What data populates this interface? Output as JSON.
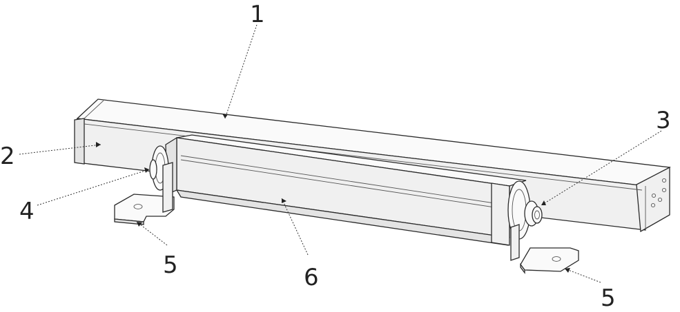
{
  "callouts": [
    {
      "id": "1",
      "label": "1"
    },
    {
      "id": "2",
      "label": "2"
    },
    {
      "id": "3",
      "label": "3"
    },
    {
      "id": "4",
      "label": "4"
    },
    {
      "id": "5a",
      "label": "5"
    },
    {
      "id": "5b",
      "label": "5"
    },
    {
      "id": "6",
      "label": "6"
    }
  ],
  "colors": {
    "line": "#2a2a2a",
    "background": "#ffffff"
  }
}
